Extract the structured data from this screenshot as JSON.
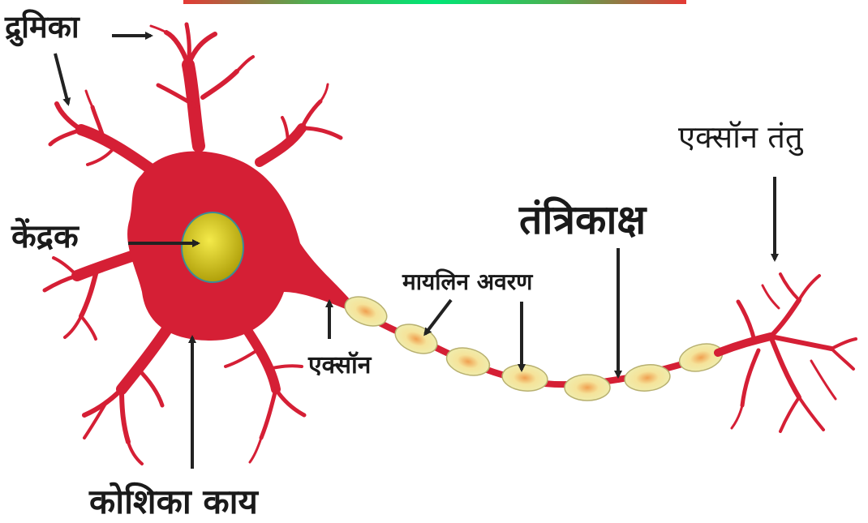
{
  "colors": {
    "neuron": "#d51f35",
    "nucleus": "#c7b60d",
    "myelin": "#f1efa3",
    "node": "#f0a050",
    "arrow": "#222222"
  },
  "labels": {
    "dendrite": "द्रुमिका",
    "nucleus": "केंद्रक",
    "cell_body": "कोशिका काय",
    "axon": "एक्सॉन",
    "myelin_sheath": "मायलिन अवरण",
    "nerve_fiber": "तंत्रिकाक्ष",
    "axon_terminal": "एक्सॉन तंतु"
  }
}
